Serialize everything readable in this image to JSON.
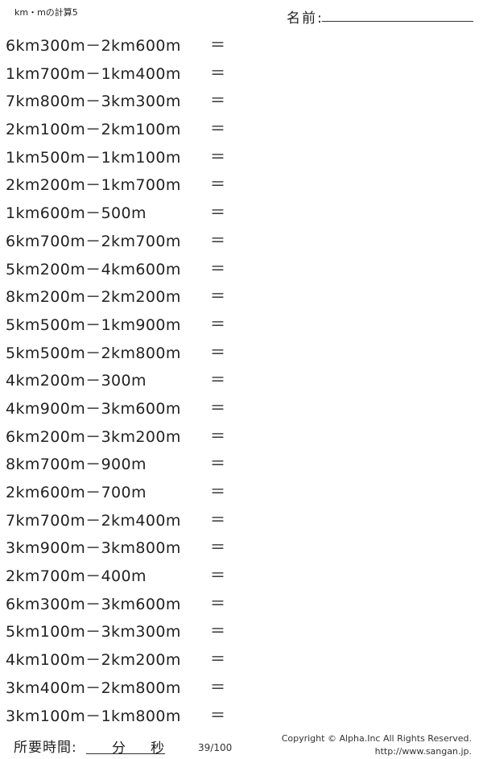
{
  "header": {
    "title": "km・mの計算5",
    "name_label": "名前:"
  },
  "problems": [
    {
      "expr": "6km300m－2km600m",
      "eq": "＝"
    },
    {
      "expr": "1km700m－1km400m",
      "eq": "＝"
    },
    {
      "expr": "7km800m－3km300m",
      "eq": "＝"
    },
    {
      "expr": "2km100m－2km100m",
      "eq": "＝"
    },
    {
      "expr": "1km500m－1km100m",
      "eq": "＝"
    },
    {
      "expr": "2km200m－1km700m",
      "eq": "＝"
    },
    {
      "expr": "1km600m－500m",
      "eq": "＝"
    },
    {
      "expr": "6km700m－2km700m",
      "eq": "＝"
    },
    {
      "expr": "5km200m－4km600m",
      "eq": "＝"
    },
    {
      "expr": "8km200m－2km200m",
      "eq": "＝"
    },
    {
      "expr": "5km500m－1km900m",
      "eq": "＝"
    },
    {
      "expr": "5km500m－2km800m",
      "eq": "＝"
    },
    {
      "expr": "4km200m－300m",
      "eq": "＝"
    },
    {
      "expr": "4km900m－3km600m",
      "eq": "＝"
    },
    {
      "expr": "6km200m－3km200m",
      "eq": "＝"
    },
    {
      "expr": "8km700m－900m",
      "eq": "＝"
    },
    {
      "expr": "2km600m－700m",
      "eq": "＝"
    },
    {
      "expr": "7km700m－2km400m",
      "eq": "＝"
    },
    {
      "expr": "3km900m－3km800m",
      "eq": "＝"
    },
    {
      "expr": "2km700m－400m",
      "eq": "＝"
    },
    {
      "expr": "6km300m－3km600m",
      "eq": "＝"
    },
    {
      "expr": "5km100m－3km300m",
      "eq": "＝"
    },
    {
      "expr": "4km100m－2km200m",
      "eq": "＝"
    },
    {
      "expr": "3km400m－2km800m",
      "eq": "＝"
    },
    {
      "expr": "3km100m－1km800m",
      "eq": "＝"
    }
  ],
  "footer": {
    "time_label": "所要時間:",
    "minutes_label": "分",
    "seconds_label": "秒",
    "page_count": "39/100",
    "copyright": "Copyright © Alpha.Inc All Rights Reserved.",
    "url": "http://www.sangan.jp."
  }
}
